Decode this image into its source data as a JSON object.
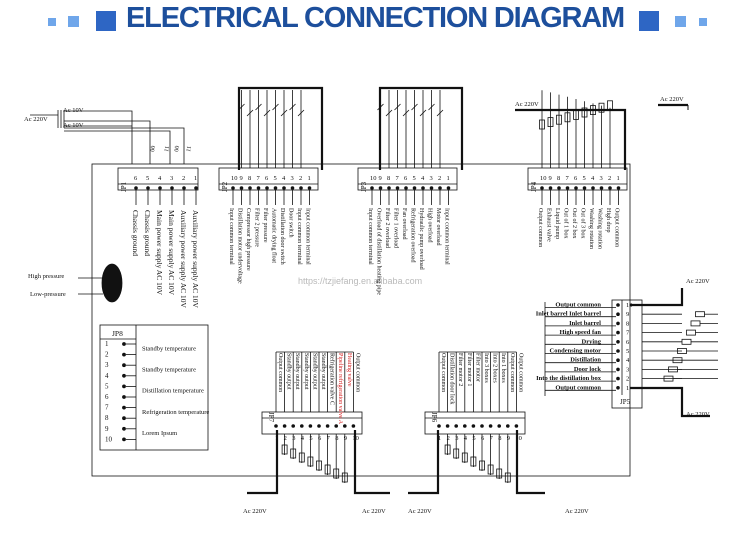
{
  "title": "ELECTRICAL CONNECTION DIAGRAM",
  "watermark": "https://tzjiefang.en.alibaba.com",
  "colors": {
    "title": "#1d4f9c",
    "squares": "#2e66c4",
    "squares_light": "#6fa6ea",
    "red_label": "#d62020"
  },
  "power": {
    "ac220": "Ac 220V",
    "ac10": "Ac 10V"
  },
  "sensors": {
    "high_pressure": "High pressure",
    "low_pressure": "Low-pressure"
  },
  "jp1": {
    "name": "JP1",
    "pins": [
      "6",
      "5",
      "4",
      "3",
      "2",
      "1"
    ],
    "wire_tags": [
      "00",
      "11",
      "00",
      "11"
    ],
    "labels": [
      "Chassis ground",
      "Chassis ground",
      "Main power supply AC 10V",
      "Main power supply AC 10V",
      "Auxiliary power supply AC 10V",
      "Auxiliary power supply AC 10V"
    ]
  },
  "jp2": {
    "name": "JP2",
    "pins": [
      "10",
      "9",
      "8",
      "7",
      "6",
      "5",
      "4",
      "3",
      "2",
      "1"
    ],
    "labels": [
      "Input common terminal",
      "Distillation motor undervoltage",
      "Compressor high pressure",
      "Filter 2 pressure",
      "Filter pressure",
      "Automatic drying float",
      "Distillation door switch",
      "Door switch",
      "Input common terminal",
      "Input common terminal"
    ]
  },
  "jp3": {
    "name": "JP3",
    "pins": [
      "10",
      "9",
      "8",
      "7",
      "6",
      "5",
      "4",
      "3",
      "2",
      "1"
    ],
    "labels": [
      "Input common terminal",
      "Overload of distillation heating pipe",
      "Filter 2 overload",
      "Filter 1 overload",
      "Fan overload",
      "Refrigeration overload",
      "Hydraulic pump overload",
      "High overload",
      "Motor overload",
      "Input common terminal"
    ]
  },
  "jp4": {
    "name": "JP4",
    "pins": [
      "10",
      "9",
      "8",
      "7",
      "6",
      "5",
      "4",
      "3",
      "2",
      "1"
    ],
    "labels": [
      "Output common",
      "Exhaust valve",
      "Liquid pump",
      "Out of 1 box",
      "Out of 2 box",
      "Out of 3 box",
      "Washing rotation",
      "Washing rotation",
      "High drop",
      "Output common"
    ]
  },
  "jp5": {
    "name": "JP5",
    "pins": [
      "10",
      "9",
      "8",
      "7",
      "6",
      "5",
      "4",
      "3",
      "2",
      "1"
    ],
    "labels": [
      "Output common",
      "Inlet barrel Inlet barrel",
      "Inlet barrel",
      "High speed fan",
      "Drying",
      "Condensing motor",
      "Distillation",
      "Door lock",
      "Into the distillation box",
      "Output common"
    ]
  },
  "jp6": {
    "name": "JP6",
    "pins": [
      "1",
      "2",
      "3",
      "4",
      "5",
      "6",
      "7",
      "8",
      "9",
      "10"
    ],
    "labels": [
      "Output common",
      "Distillation door lock",
      "Filter motor 2",
      "Filter motor 1",
      "Filter motor",
      "Into 3 boxes",
      "Into 2 boxes",
      "Into 1 boxes",
      "Output common",
      "Output common"
    ]
  },
  "jp7": {
    "name": "JP7",
    "pins": [
      "1",
      "2",
      "3",
      "4",
      "5",
      "6",
      "7",
      "8",
      "9",
      "10"
    ],
    "labels": [
      "Output common",
      "Standby output",
      "Standby output",
      "Standby output",
      "Standby output",
      "Standby output",
      "Refrigeration valve C",
      "Pipeline refrigeration valve A",
      "Heating valve",
      "Output common"
    ],
    "red_labels": [
      "Pipeline refrigeration valve A",
      "Heating valve"
    ]
  },
  "jp8": {
    "name": "JP8",
    "pins": [
      "1",
      "2",
      "3",
      "4",
      "5",
      "6",
      "7",
      "8",
      "9",
      "10"
    ],
    "labels": [
      "Standby temperature",
      "Standby temperature",
      "Distillation temperature",
      "Refrigeration temperature",
      "Lorem Ipsum"
    ]
  }
}
